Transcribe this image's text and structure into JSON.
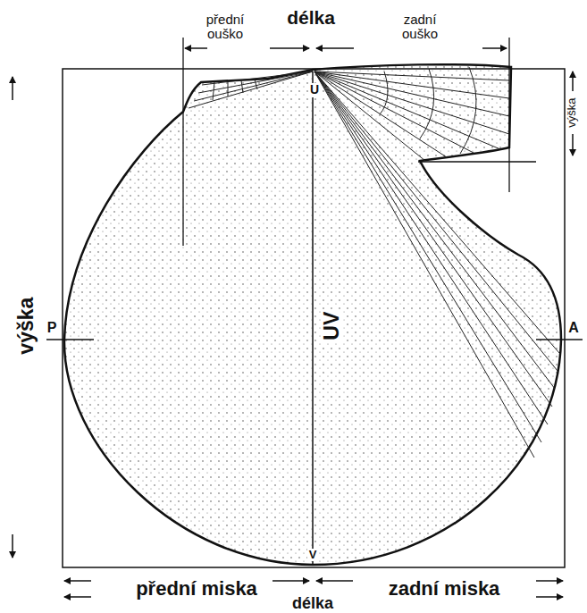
{
  "diagram": {
    "labels": [
      "přední ouško",
      "délka",
      "zadní ouško",
      "výška",
      "U",
      "výška",
      "P",
      "UV",
      "A",
      "V",
      "přední miska",
      "délka",
      "zadní miska"
    ]
  }
}
